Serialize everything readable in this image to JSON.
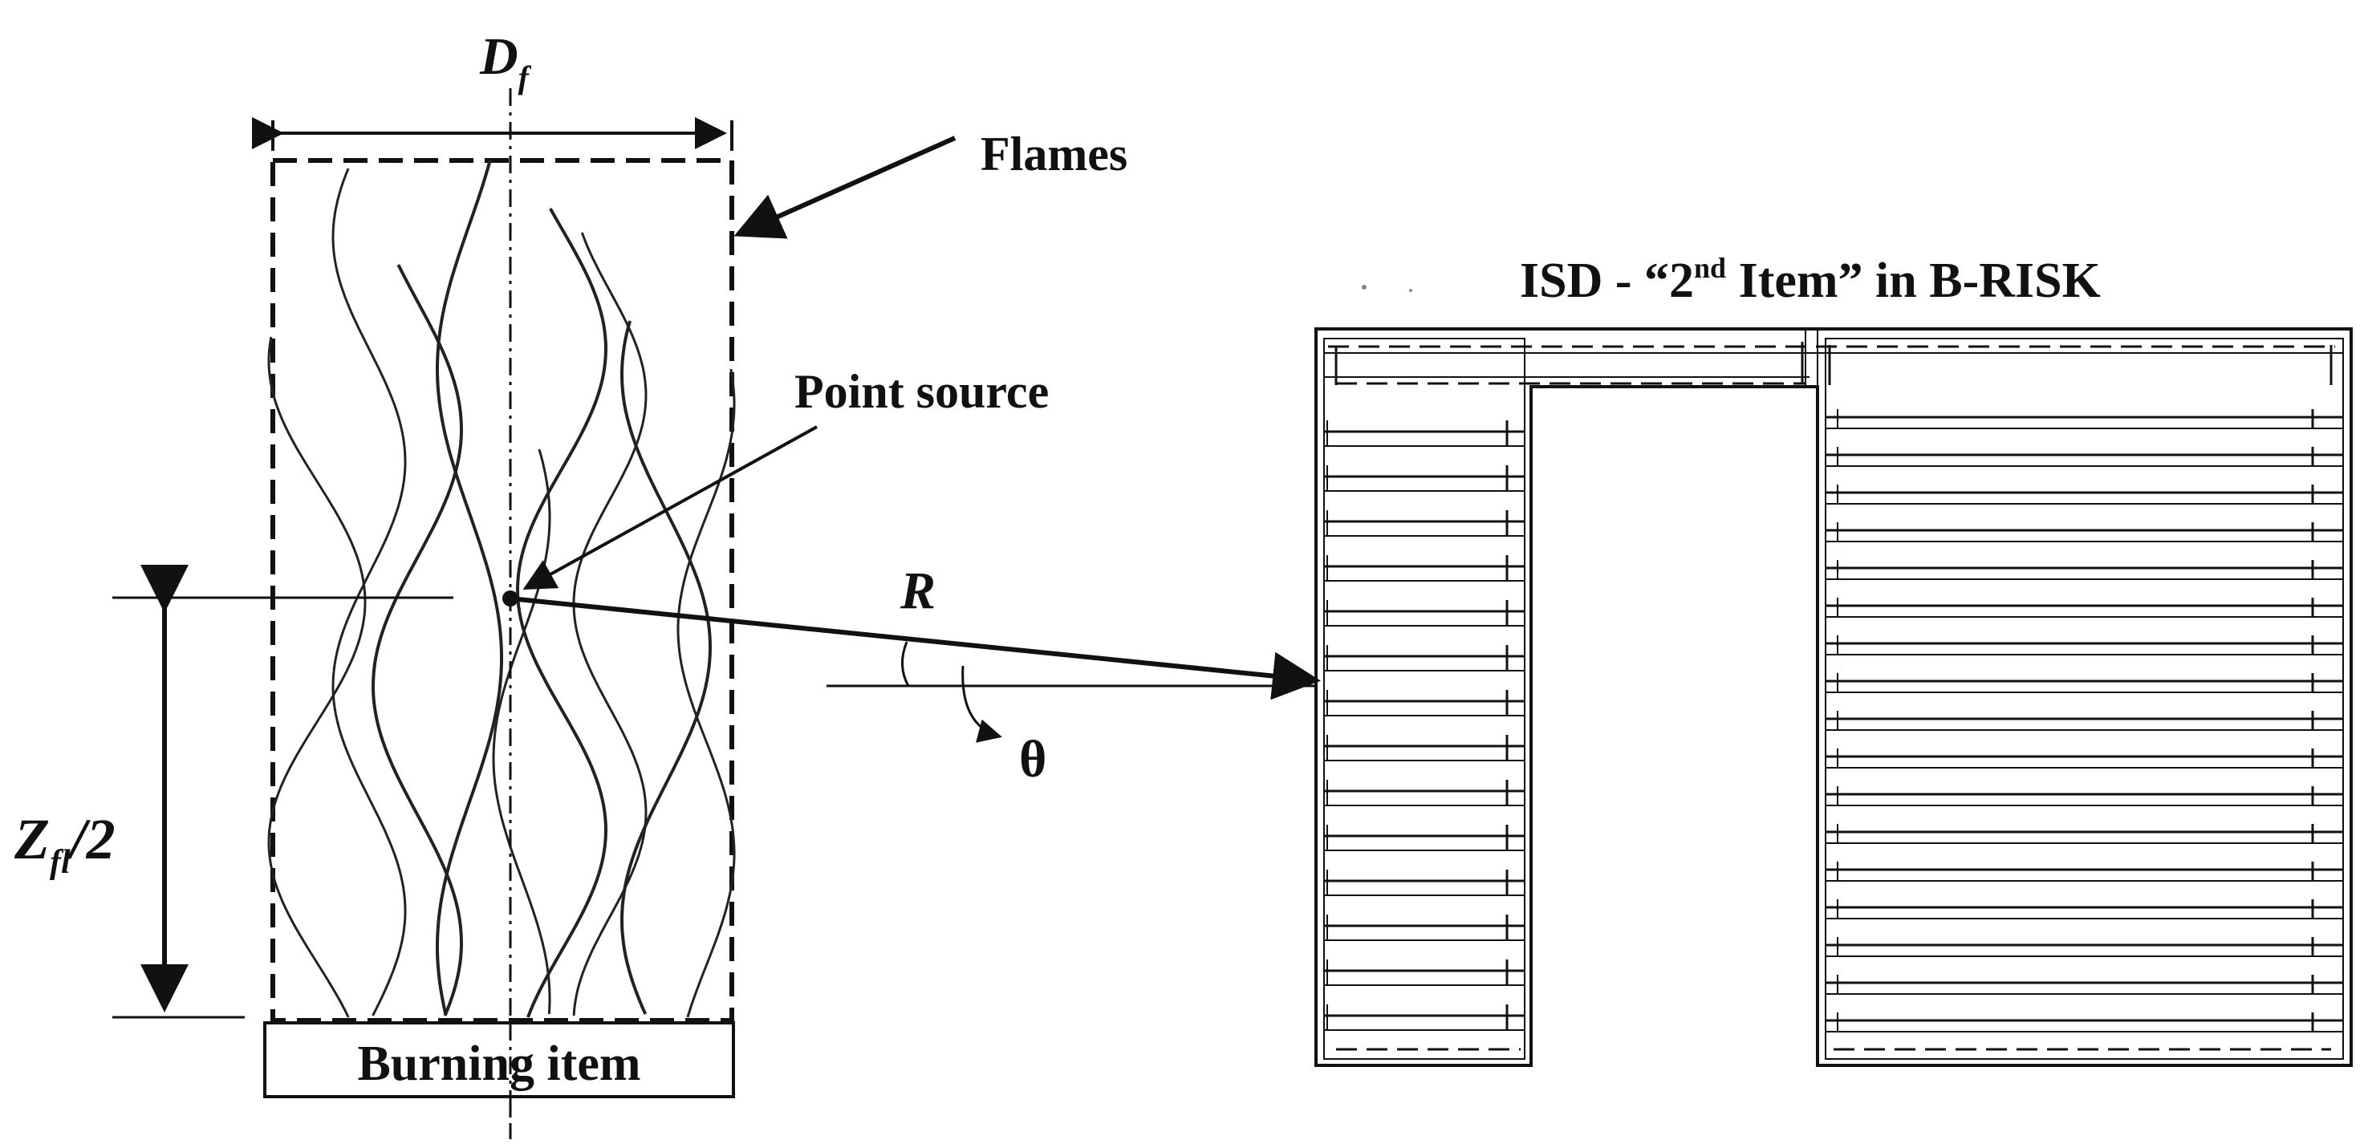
{
  "labels": {
    "diameter": "D",
    "diameter_sub": "f",
    "flames": "Flames",
    "point_source": "Point source",
    "distance": "R",
    "angle": "θ",
    "half_height": "Z",
    "half_height_sub": "fl",
    "half_height_suffix": "/2",
    "burning_item": "Burning item",
    "isd_title_prefix": "ISD - “2",
    "isd_title_sup": "nd",
    "isd_title_suffix": " Item” in B-RISK"
  },
  "colors": {
    "ink": "#111111",
    "background": "#ffffff"
  }
}
